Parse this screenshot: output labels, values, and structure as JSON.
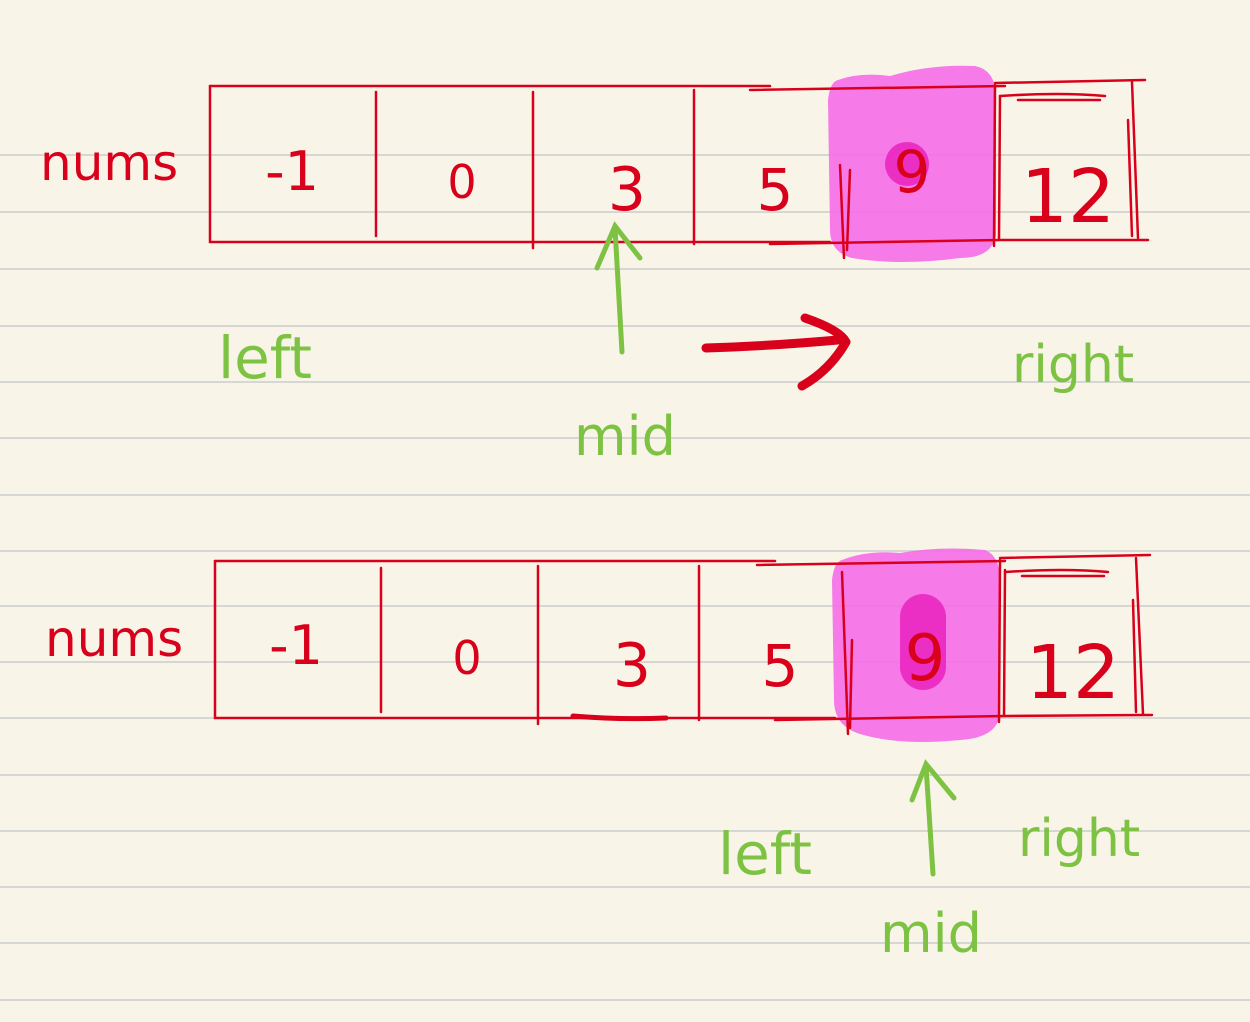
{
  "colors": {
    "paper": "#f8f5e8",
    "rule_line": "#d6d6d2",
    "red_ink": "#d9001b",
    "green_ink": "#7dc242",
    "highlight": "#f56fe6",
    "highlight_dot": "#ec2fc4"
  },
  "diagram": {
    "arrays": [
      {
        "label": "nums",
        "values": [
          "-1",
          "0",
          "3",
          "5",
          "9",
          "12"
        ],
        "highlighted_value": "9",
        "pointers": {
          "left": "left",
          "mid": "mid",
          "right": "right"
        }
      },
      {
        "label": "nums",
        "values": [
          "-1",
          "0",
          "3",
          "5",
          "9",
          "12"
        ],
        "highlighted_value": "9",
        "pointers": {
          "left": "left",
          "mid": "mid",
          "right": "right"
        }
      }
    ]
  }
}
